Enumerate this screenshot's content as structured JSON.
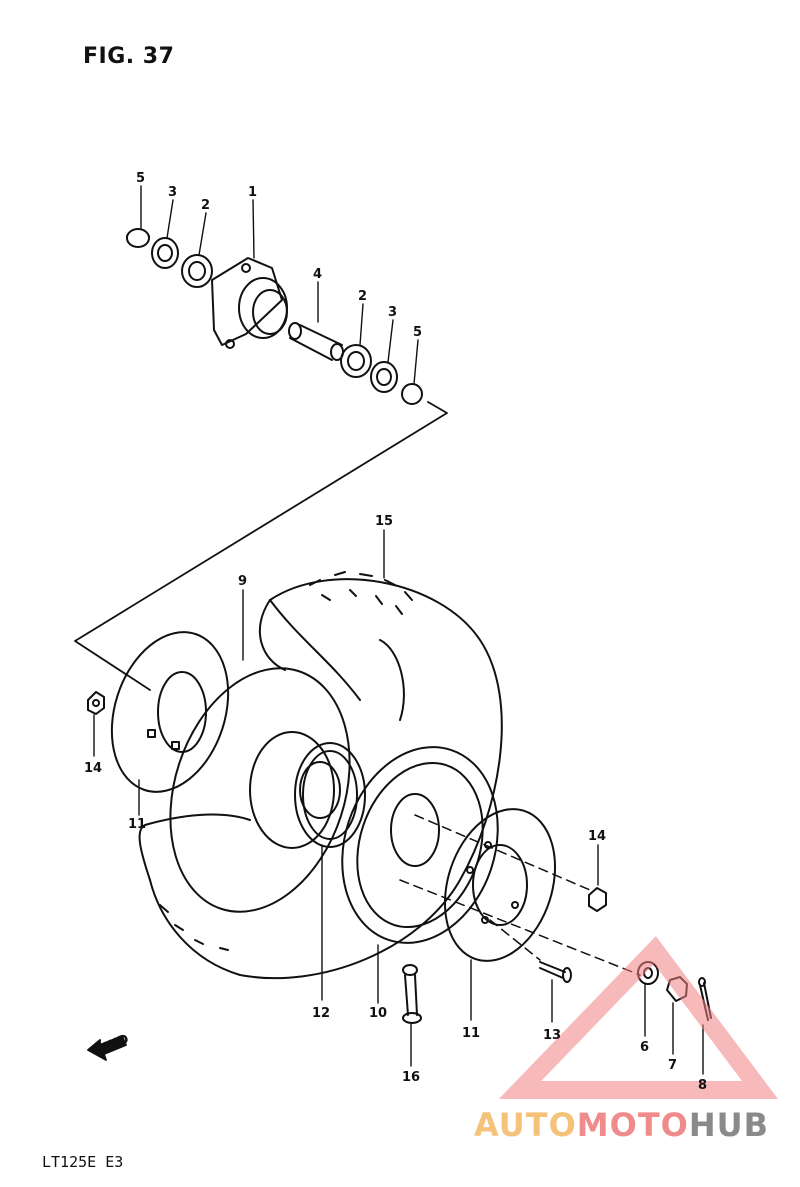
{
  "figure": {
    "title": "FIG. 37",
    "model": "LT125E  E3"
  },
  "fwd_label": "FWD",
  "watermark": {
    "part1": "AUTO",
    "part2": "MOTO",
    "part3": "HUB",
    "color_triangle": "#f08080"
  },
  "callouts": [
    {
      "id": "c5a",
      "text": "5"
    },
    {
      "id": "c3a",
      "text": "3"
    },
    {
      "id": "c2a",
      "text": "2"
    },
    {
      "id": "c1",
      "text": "1"
    },
    {
      "id": "c4",
      "text": "4"
    },
    {
      "id": "c2b",
      "text": "2"
    },
    {
      "id": "c3b",
      "text": "3"
    },
    {
      "id": "c5b",
      "text": "5"
    },
    {
      "id": "c15",
      "text": "15"
    },
    {
      "id": "c9",
      "text": "9"
    },
    {
      "id": "c14a",
      "text": "14"
    },
    {
      "id": "c11a",
      "text": "11"
    },
    {
      "id": "c14b",
      "text": "14"
    },
    {
      "id": "c12",
      "text": "12"
    },
    {
      "id": "c10",
      "text": "10"
    },
    {
      "id": "c11b",
      "text": "11"
    },
    {
      "id": "c13",
      "text": "13"
    },
    {
      "id": "c6",
      "text": "6"
    },
    {
      "id": "c7",
      "text": "7"
    },
    {
      "id": "c8",
      "text": "8"
    },
    {
      "id": "c16",
      "text": "16"
    }
  ]
}
